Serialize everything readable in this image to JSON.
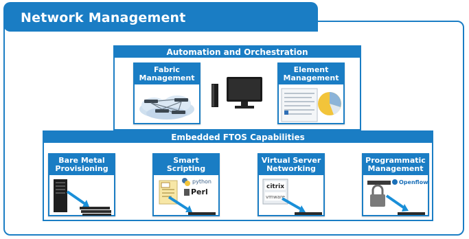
{
  "title": "Network Management",
  "automation": {
    "heading": "Automation and Orchestration",
    "fabric": {
      "line1": "Fabric",
      "line2": "Management"
    },
    "element": {
      "line1": "Element",
      "line2": "Management"
    }
  },
  "embedded": {
    "heading": "Embedded FTOS Capabilities",
    "cards": [
      {
        "line1": "Bare Metal",
        "line2": "Provisioning"
      },
      {
        "line1": "Smart",
        "line2": "Scripting"
      },
      {
        "line1": "Virtual Server",
        "line2": "Networking"
      },
      {
        "line1": "Programmatic",
        "line2": "Management"
      }
    ]
  },
  "logos": {
    "python": "python",
    "perl": "Perl",
    "citrix": "citrix",
    "vmware": "vmware",
    "openflow": "Openflow"
  },
  "colors": {
    "accent": "#1a7dc4",
    "arrow": "#1a8fd8"
  }
}
